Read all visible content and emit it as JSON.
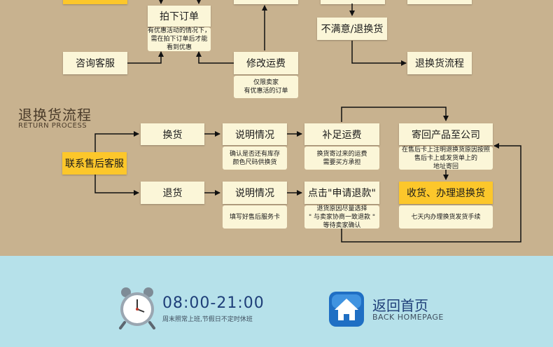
{
  "top_flow": {
    "place_order": "拍下订单",
    "place_order_note": "有优惠活动的情况下，\n需在拍下订单后才能\n看到优惠",
    "consult": "咨询客服",
    "modify_shipping": "修改运费",
    "modify_shipping_note": "仅限卖家\n有优惠活的订单",
    "unsatisfied": "不满意/退换货",
    "return_flow_link": "退换货流程"
  },
  "section": {
    "title": "退换货流程",
    "subtitle": "RETURN PROCESS"
  },
  "return_flow": {
    "contact": "联系售后客服",
    "exchange": "换货",
    "return": "退货",
    "explain_1": "说明情况",
    "explain_1_note": "确认是否还有库存\n颜色尺码供换货",
    "explain_2": "说明情况",
    "explain_2_note": "填写好售后服务卡",
    "pay_shipping": "补足运费",
    "pay_shipping_note": "换货寄过来的运费\n需要买方承担",
    "refund_request": "点击\"申请退款\"",
    "refund_request_note": "退货原因尽量选择\n\" 与卖家协商一致退款 \"\n等待卖家确认",
    "send_back": "寄回产品至公司",
    "send_back_note": "在售后卡上注明退换货原因按照\n售后卡上或发货单上的\n地址寄回",
    "complete": "收货、办理退换货",
    "complete_note": "七天内办理换货发货手续"
  },
  "footer": {
    "hours": "08:00-21:00",
    "hours_note": "周末照常上班,节假日不定时休班",
    "home_title": "返回首页",
    "home_subtitle": "BACK HOMEPAGE"
  },
  "colors": {
    "background_top": "#c8b28f",
    "background_bottom": "#b6e1ea",
    "box": "#fbf6d8",
    "highlight": "#fcc72b",
    "footer_text": "#1e3e78"
  }
}
